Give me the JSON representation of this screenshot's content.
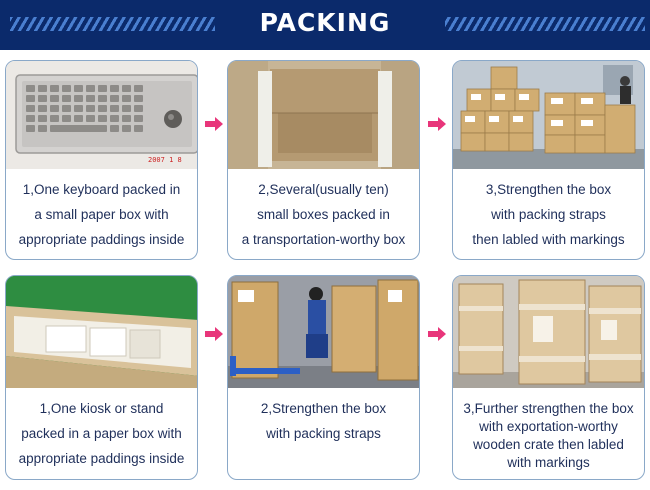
{
  "header": {
    "title": "PACKING"
  },
  "colors": {
    "banner": "#0b2a6b",
    "accent_arrow": "#e8357a",
    "caption_text": "#1f2f5a",
    "card_border": "#8aa8c8"
  },
  "steps_top": [
    {
      "lines": [
        "1,One keyboard packed in",
        "a small paper box with",
        "appropriate paddings inside"
      ],
      "photo_stamp": "2007 1 8"
    },
    {
      "lines": [
        "2,Several(usually ten)",
        "small boxes packed in",
        "a transportation-worthy box"
      ]
    },
    {
      "lines": [
        "3,Strengthen the box",
        "with packing straps",
        "then labled with markings"
      ]
    }
  ],
  "steps_bottom": [
    {
      "lines": [
        "1,One kiosk or stand",
        "packed in a paper box with",
        "appropriate paddings inside"
      ]
    },
    {
      "lines": [
        "2,Strengthen the box",
        "with packing straps"
      ]
    },
    {
      "lines": [
        "3,Further strengthen the box",
        "with exportation-worthy",
        "wooden crate then labled",
        "with markings"
      ]
    }
  ],
  "icons": {
    "arrow": "arrow-right-icon"
  }
}
